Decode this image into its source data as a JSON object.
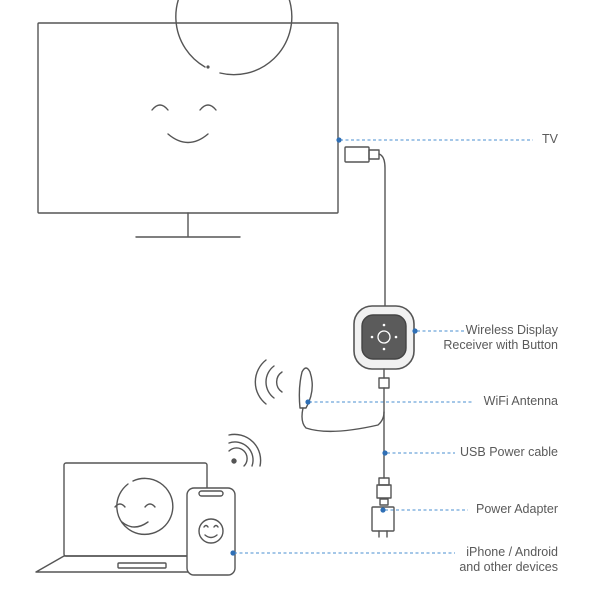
{
  "labels": {
    "tv": "TV",
    "receiver_line1": "Wireless Display",
    "receiver_line2": "Receiver with Button",
    "antenna": "WiFi Antenna",
    "usb_cable": "USB Power cable",
    "power_adapter": "Power Adapter",
    "devices_line1": "iPhone / Android",
    "devices_line2": "and other devices"
  },
  "colors": {
    "outline": "#555555",
    "leader_line": "#4a8fd0",
    "leader_dot": "#2f6fb5",
    "label_text": "#5a5a5a",
    "receiver_body": "#f1f1f1",
    "receiver_button": "#5b5b5b"
  },
  "icons": [
    "tv-icon",
    "smiley-icon",
    "hdmi-plug-icon",
    "receiver-icon",
    "antenna-icon",
    "wifi-signal-icon",
    "laptop-icon",
    "phone-icon",
    "usb-plug-icon",
    "power-adapter-icon"
  ]
}
